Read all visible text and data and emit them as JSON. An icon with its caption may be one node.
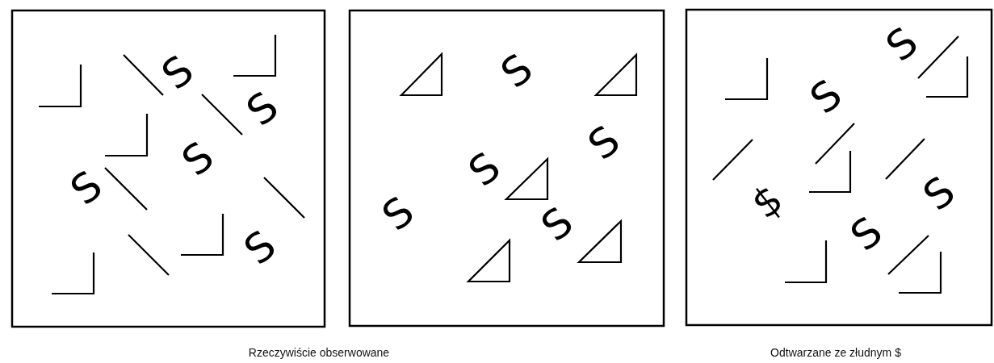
{
  "diagram": {
    "labels": [
      "S",
      "S",
      "S",
      "S",
      "S",
      "S",
      "S",
      "S",
      "S",
      "S",
      "S",
      "S",
      "$",
      "S",
      "S",
      "Rzeczywiście obserwowane",
      "Odtwarzane ze złudnym $"
    ]
  }
}
